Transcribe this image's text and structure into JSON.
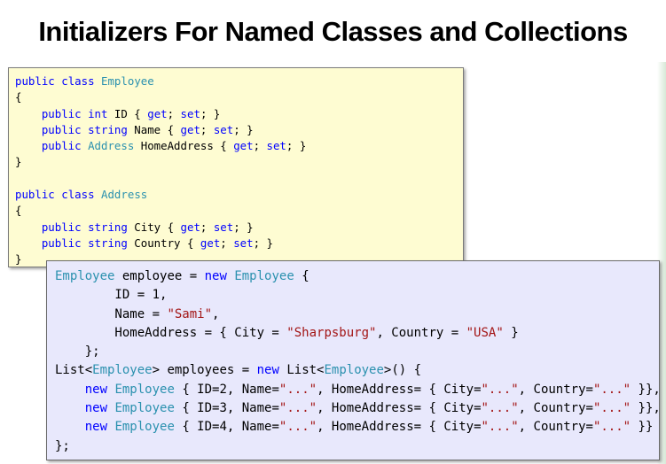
{
  "title": "Initializers For Named Classes and Collections",
  "colors": {
    "keyword": "#0000ff",
    "type": "#2b91af",
    "string": "#a31515",
    "top_panel_bg": "#fefcd2",
    "bottom_panel_bg": "#e8e8fc"
  },
  "class_definitions": {
    "lines": [
      [
        {
          "k": "kw",
          "t": "public"
        },
        {
          "t": " "
        },
        {
          "k": "kw",
          "t": "class"
        },
        {
          "t": " "
        },
        {
          "k": "ty",
          "t": "Employee"
        }
      ],
      [
        {
          "t": "{"
        }
      ],
      [
        {
          "t": "    "
        },
        {
          "k": "kw",
          "t": "public"
        },
        {
          "t": " "
        },
        {
          "k": "kw",
          "t": "int"
        },
        {
          "t": " ID { "
        },
        {
          "k": "kw",
          "t": "get"
        },
        {
          "t": "; "
        },
        {
          "k": "kw",
          "t": "set"
        },
        {
          "t": "; }"
        }
      ],
      [
        {
          "t": "    "
        },
        {
          "k": "kw",
          "t": "public"
        },
        {
          "t": " "
        },
        {
          "k": "kw",
          "t": "string"
        },
        {
          "t": " Name { "
        },
        {
          "k": "kw",
          "t": "get"
        },
        {
          "t": "; "
        },
        {
          "k": "kw",
          "t": "set"
        },
        {
          "t": "; }"
        }
      ],
      [
        {
          "t": "    "
        },
        {
          "k": "kw",
          "t": "public"
        },
        {
          "t": " "
        },
        {
          "k": "ty",
          "t": "Address"
        },
        {
          "t": " HomeAddress { "
        },
        {
          "k": "kw",
          "t": "get"
        },
        {
          "t": "; "
        },
        {
          "k": "kw",
          "t": "set"
        },
        {
          "t": "; }"
        }
      ],
      [
        {
          "t": "}"
        }
      ],
      [],
      [
        {
          "k": "kw",
          "t": "public"
        },
        {
          "t": " "
        },
        {
          "k": "kw",
          "t": "class"
        },
        {
          "t": " "
        },
        {
          "k": "ty",
          "t": "Address"
        }
      ],
      [
        {
          "t": "{"
        }
      ],
      [
        {
          "t": "    "
        },
        {
          "k": "kw",
          "t": "public"
        },
        {
          "t": " "
        },
        {
          "k": "kw",
          "t": "string"
        },
        {
          "t": " City { "
        },
        {
          "k": "kw",
          "t": "get"
        },
        {
          "t": "; "
        },
        {
          "k": "kw",
          "t": "set"
        },
        {
          "t": "; }"
        }
      ],
      [
        {
          "t": "    "
        },
        {
          "k": "kw",
          "t": "public"
        },
        {
          "t": " "
        },
        {
          "k": "kw",
          "t": "string"
        },
        {
          "t": " Country { "
        },
        {
          "k": "kw",
          "t": "get"
        },
        {
          "t": "; "
        },
        {
          "k": "kw",
          "t": "set"
        },
        {
          "t": "; }"
        }
      ],
      [
        {
          "t": "}"
        }
      ]
    ]
  },
  "initializer_example": {
    "lines": [
      [
        {
          "k": "ty",
          "t": "Employee"
        },
        {
          "t": " employee = "
        },
        {
          "k": "kw",
          "t": "new"
        },
        {
          "t": " "
        },
        {
          "k": "ty",
          "t": "Employee"
        },
        {
          "t": " {"
        }
      ],
      [
        {
          "t": "        ID = 1,"
        }
      ],
      [
        {
          "t": "        Name = "
        },
        {
          "k": "str",
          "t": "\"Sami\""
        },
        {
          "t": ","
        }
      ],
      [
        {
          "t": "        HomeAddress = { City = "
        },
        {
          "k": "str",
          "t": "\"Sharpsburg\""
        },
        {
          "t": ", Country = "
        },
        {
          "k": "str",
          "t": "\"USA\""
        },
        {
          "t": " }"
        }
      ],
      [
        {
          "t": "    };"
        }
      ],
      [
        {
          "t": "List<"
        },
        {
          "k": "ty",
          "t": "Employee"
        },
        {
          "t": "> employees = "
        },
        {
          "k": "kw",
          "t": "new"
        },
        {
          "t": " List<"
        },
        {
          "k": "ty",
          "t": "Employee"
        },
        {
          "t": ">() {"
        }
      ],
      [
        {
          "t": "    "
        },
        {
          "k": "kw",
          "t": "new"
        },
        {
          "t": " "
        },
        {
          "k": "ty",
          "t": "Employee"
        },
        {
          "t": " { ID=2, Name="
        },
        {
          "k": "str",
          "t": "\"...\""
        },
        {
          "t": ", HomeAddress= { City="
        },
        {
          "k": "str",
          "t": "\"...\""
        },
        {
          "t": ", Country="
        },
        {
          "k": "str",
          "t": "\"...\""
        },
        {
          "t": " }},"
        }
      ],
      [
        {
          "t": "    "
        },
        {
          "k": "kw",
          "t": "new"
        },
        {
          "t": " "
        },
        {
          "k": "ty",
          "t": "Employee"
        },
        {
          "t": " { ID=3, Name="
        },
        {
          "k": "str",
          "t": "\"...\""
        },
        {
          "t": ", HomeAddress= { City="
        },
        {
          "k": "str",
          "t": "\"...\""
        },
        {
          "t": ", Country="
        },
        {
          "k": "str",
          "t": "\"...\""
        },
        {
          "t": " }},"
        }
      ],
      [
        {
          "t": "    "
        },
        {
          "k": "kw",
          "t": "new"
        },
        {
          "t": " "
        },
        {
          "k": "ty",
          "t": "Employee"
        },
        {
          "t": " { ID=4, Name="
        },
        {
          "k": "str",
          "t": "\"...\""
        },
        {
          "t": ", HomeAddress= { City="
        },
        {
          "k": "str",
          "t": "\"...\""
        },
        {
          "t": ", Country="
        },
        {
          "k": "str",
          "t": "\"...\""
        },
        {
          "t": " }}"
        }
      ],
      [
        {
          "t": "};"
        }
      ]
    ]
  }
}
